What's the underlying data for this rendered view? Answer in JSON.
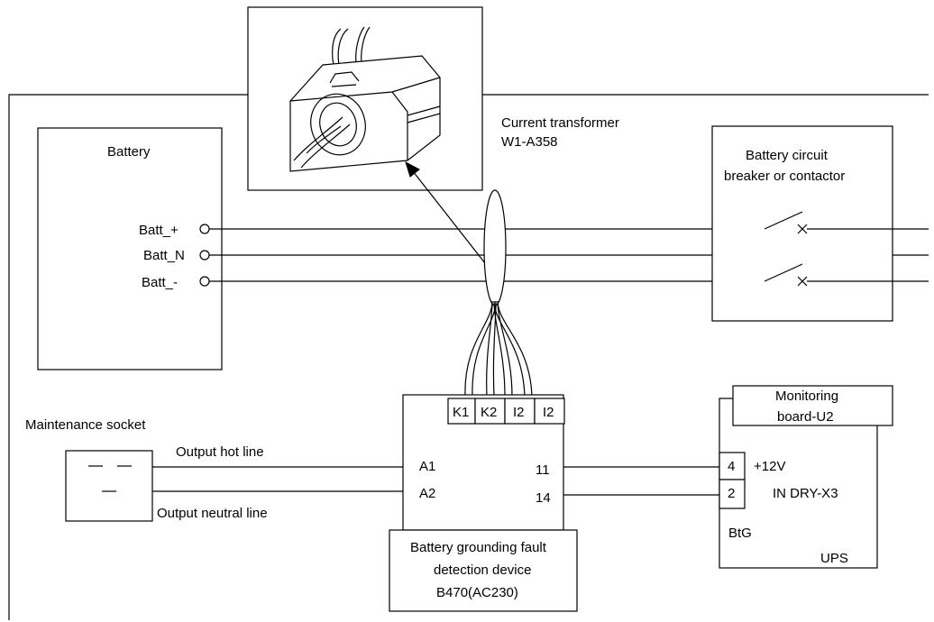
{
  "battery": {
    "title": "Battery",
    "terminals": [
      "Batt_+",
      "Batt_N",
      "Batt_-"
    ]
  },
  "current_transformer": {
    "label_line1": "Current transformer",
    "label_line2": "W1-A358"
  },
  "breaker": {
    "label_line1": "Battery circuit",
    "label_line2": "breaker or contactor"
  },
  "maintenance_socket": {
    "label": "Maintenance socket",
    "hot_line_label": "Output hot line",
    "neutral_line_label": "Output neutral line"
  },
  "detector": {
    "top_terminals": [
      "K1",
      "K2",
      "I2",
      "I2"
    ],
    "left_terminals": [
      "A1",
      "A2"
    ],
    "right_terminals": [
      "11",
      "14"
    ],
    "label_line1": "Battery grounding fault",
    "label_line2": "detection device",
    "label_line3": "B470(AC230)"
  },
  "ups": {
    "board_line1": "Monitoring",
    "board_line2": "board-U2",
    "pins": [
      "4",
      "2"
    ],
    "pin4_label": "+12V",
    "connector_label": "IN DRY-X3",
    "btg_label": "BtG",
    "label": "UPS"
  }
}
